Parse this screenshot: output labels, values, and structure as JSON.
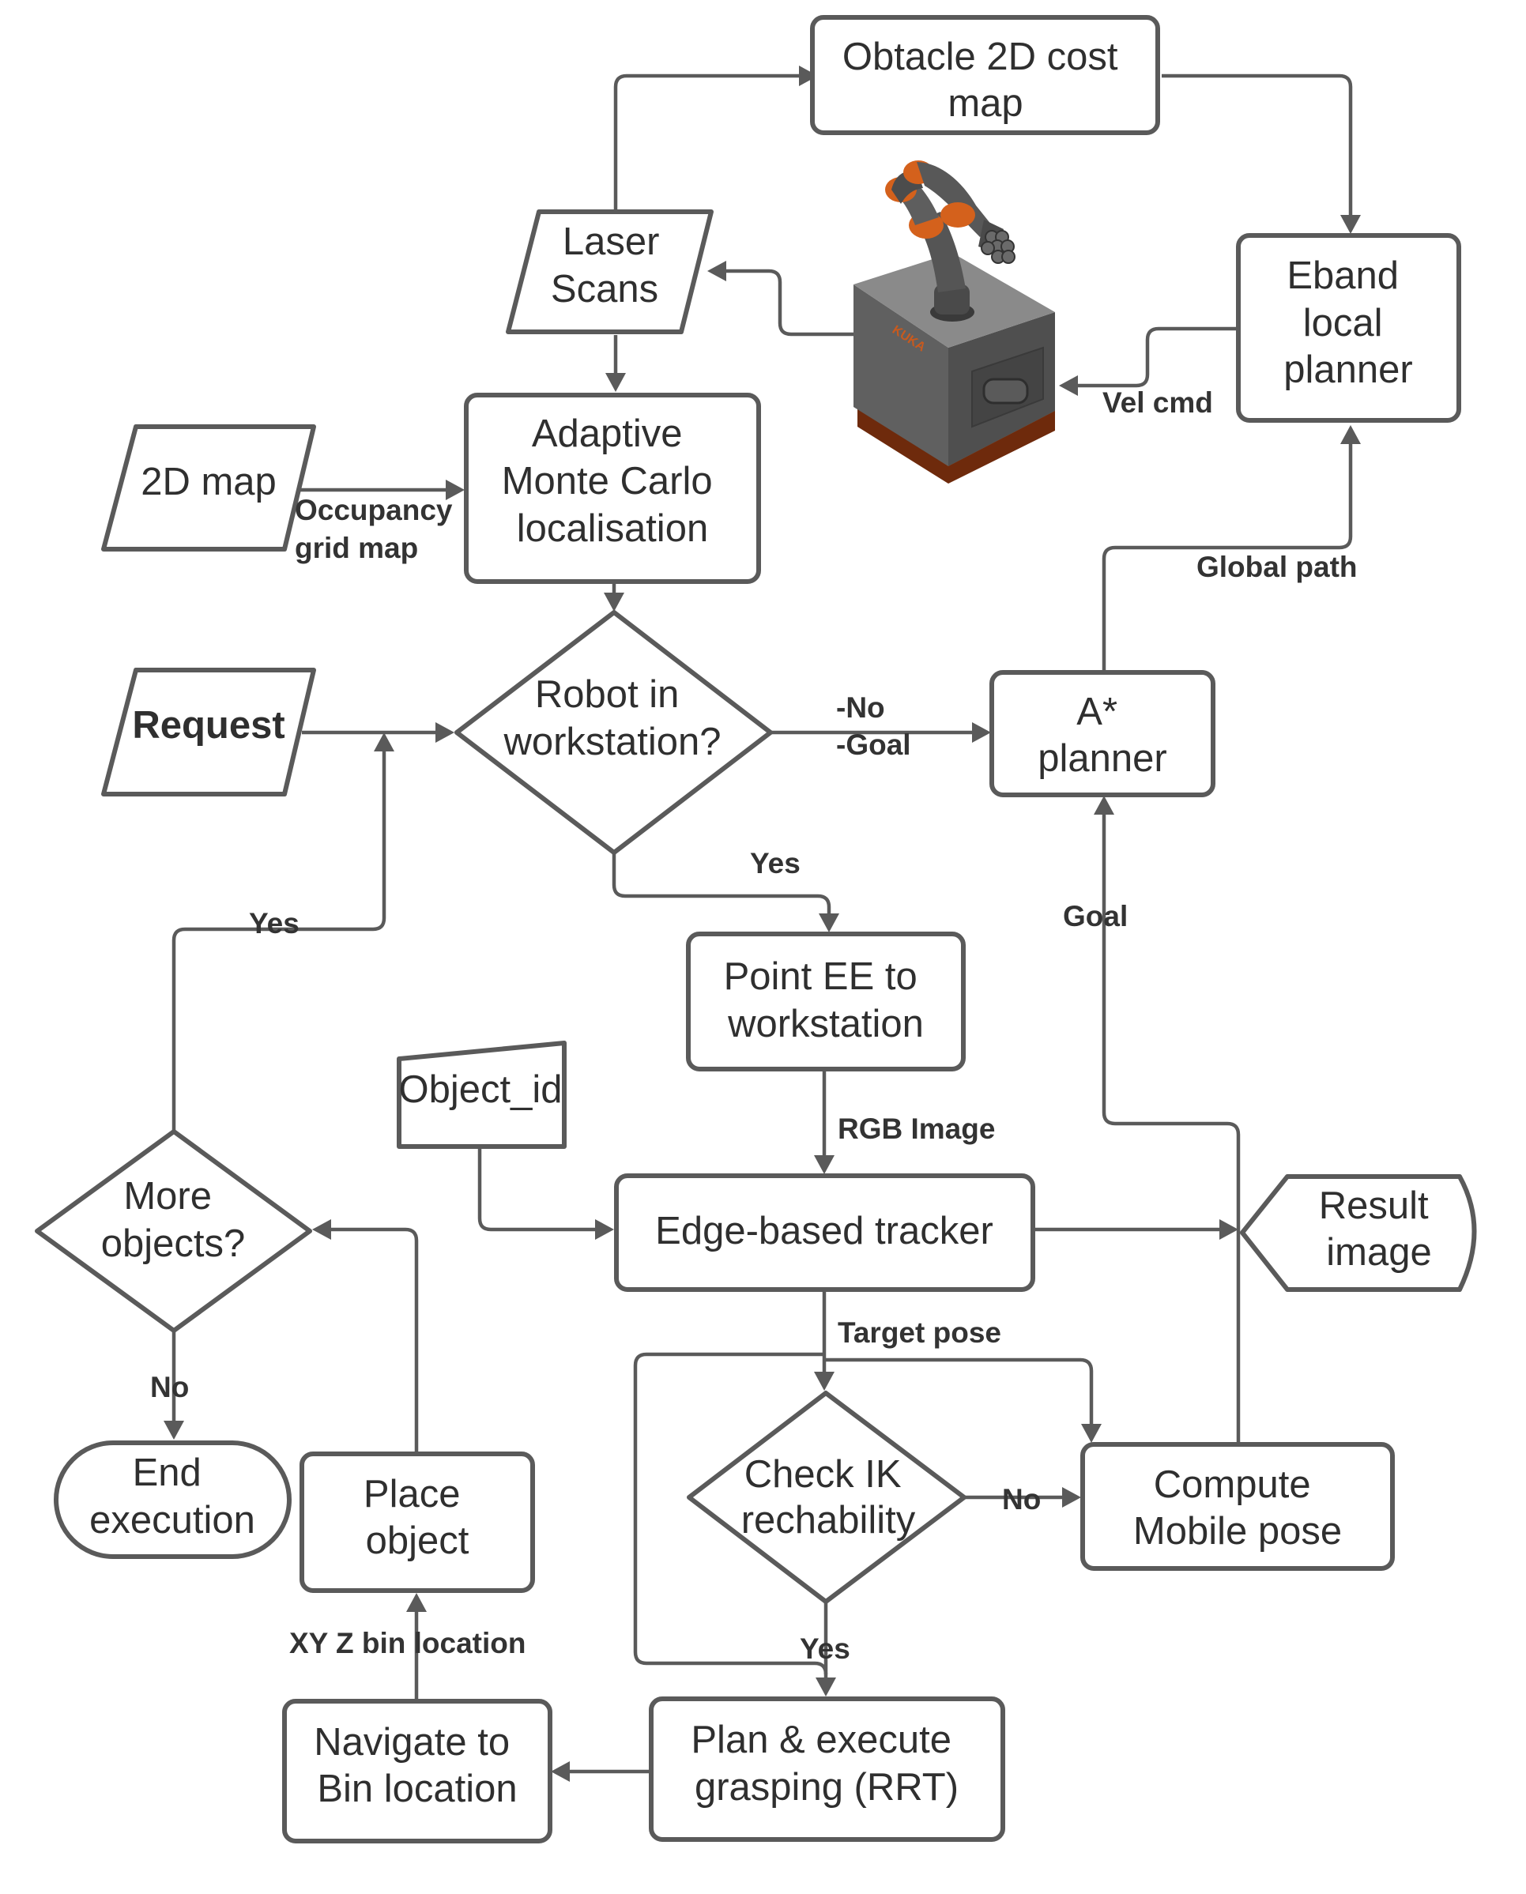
{
  "nodes": {
    "cost_map": [
      "Obtacle 2D cost",
      "map"
    ],
    "laser_scans": [
      "Laser",
      "Scans"
    ],
    "eband": [
      "Eband",
      "local",
      "planner"
    ],
    "map_2d": [
      "2D map"
    ],
    "amcl": [
      "Adaptive",
      "Monte Carlo",
      "localisation"
    ],
    "request": [
      "Request"
    ],
    "in_workstation": [
      "Robot in",
      "workstation?"
    ],
    "astar": [
      "A*",
      "planner"
    ],
    "point_ee": [
      "Point EE to",
      "workstation"
    ],
    "object_id": [
      "Object_id"
    ],
    "more_objects": [
      "More",
      "objects?"
    ],
    "tracker": [
      "Edge-based tracker"
    ],
    "result_image": [
      "Result",
      "image"
    ],
    "check_ik": [
      "Check IK",
      "rechability"
    ],
    "compute_pose": [
      "Compute",
      "Mobile pose"
    ],
    "end_exec": [
      "End",
      "execution"
    ],
    "place_object": [
      "Place",
      "object"
    ],
    "navigate_bin": [
      "Navigate to",
      "Bin location"
    ],
    "plan_grasp": [
      "Plan & execute",
      "grasping (RRT)"
    ]
  },
  "edge_labels": {
    "vel_cmd": [
      "Vel cmd"
    ],
    "occupancy": [
      "Occupancy",
      "grid map"
    ],
    "global_path": [
      "Global path"
    ],
    "no_goal": [
      "-No",
      "-Goal"
    ],
    "yes_ws": [
      "Yes"
    ],
    "yes_more": [
      "Yes"
    ],
    "goal": [
      "Goal"
    ],
    "rgb_image": [
      "RGB Image"
    ],
    "target_pose": [
      "Target pose"
    ],
    "no_ik": [
      "No"
    ],
    "no_more": [
      "No"
    ],
    "yes_ik": [
      "Yes"
    ],
    "xyz_bin": [
      "XY Z bin location"
    ]
  },
  "robot": {
    "brand": "KUKA",
    "icon": "mobile-manipulator-robot-icon"
  },
  "colors": {
    "stroke": "#5a5a5a",
    "text": "#2f2f2f",
    "robot_accent": "#d4611c",
    "robot_body": "#5c5c5c"
  }
}
